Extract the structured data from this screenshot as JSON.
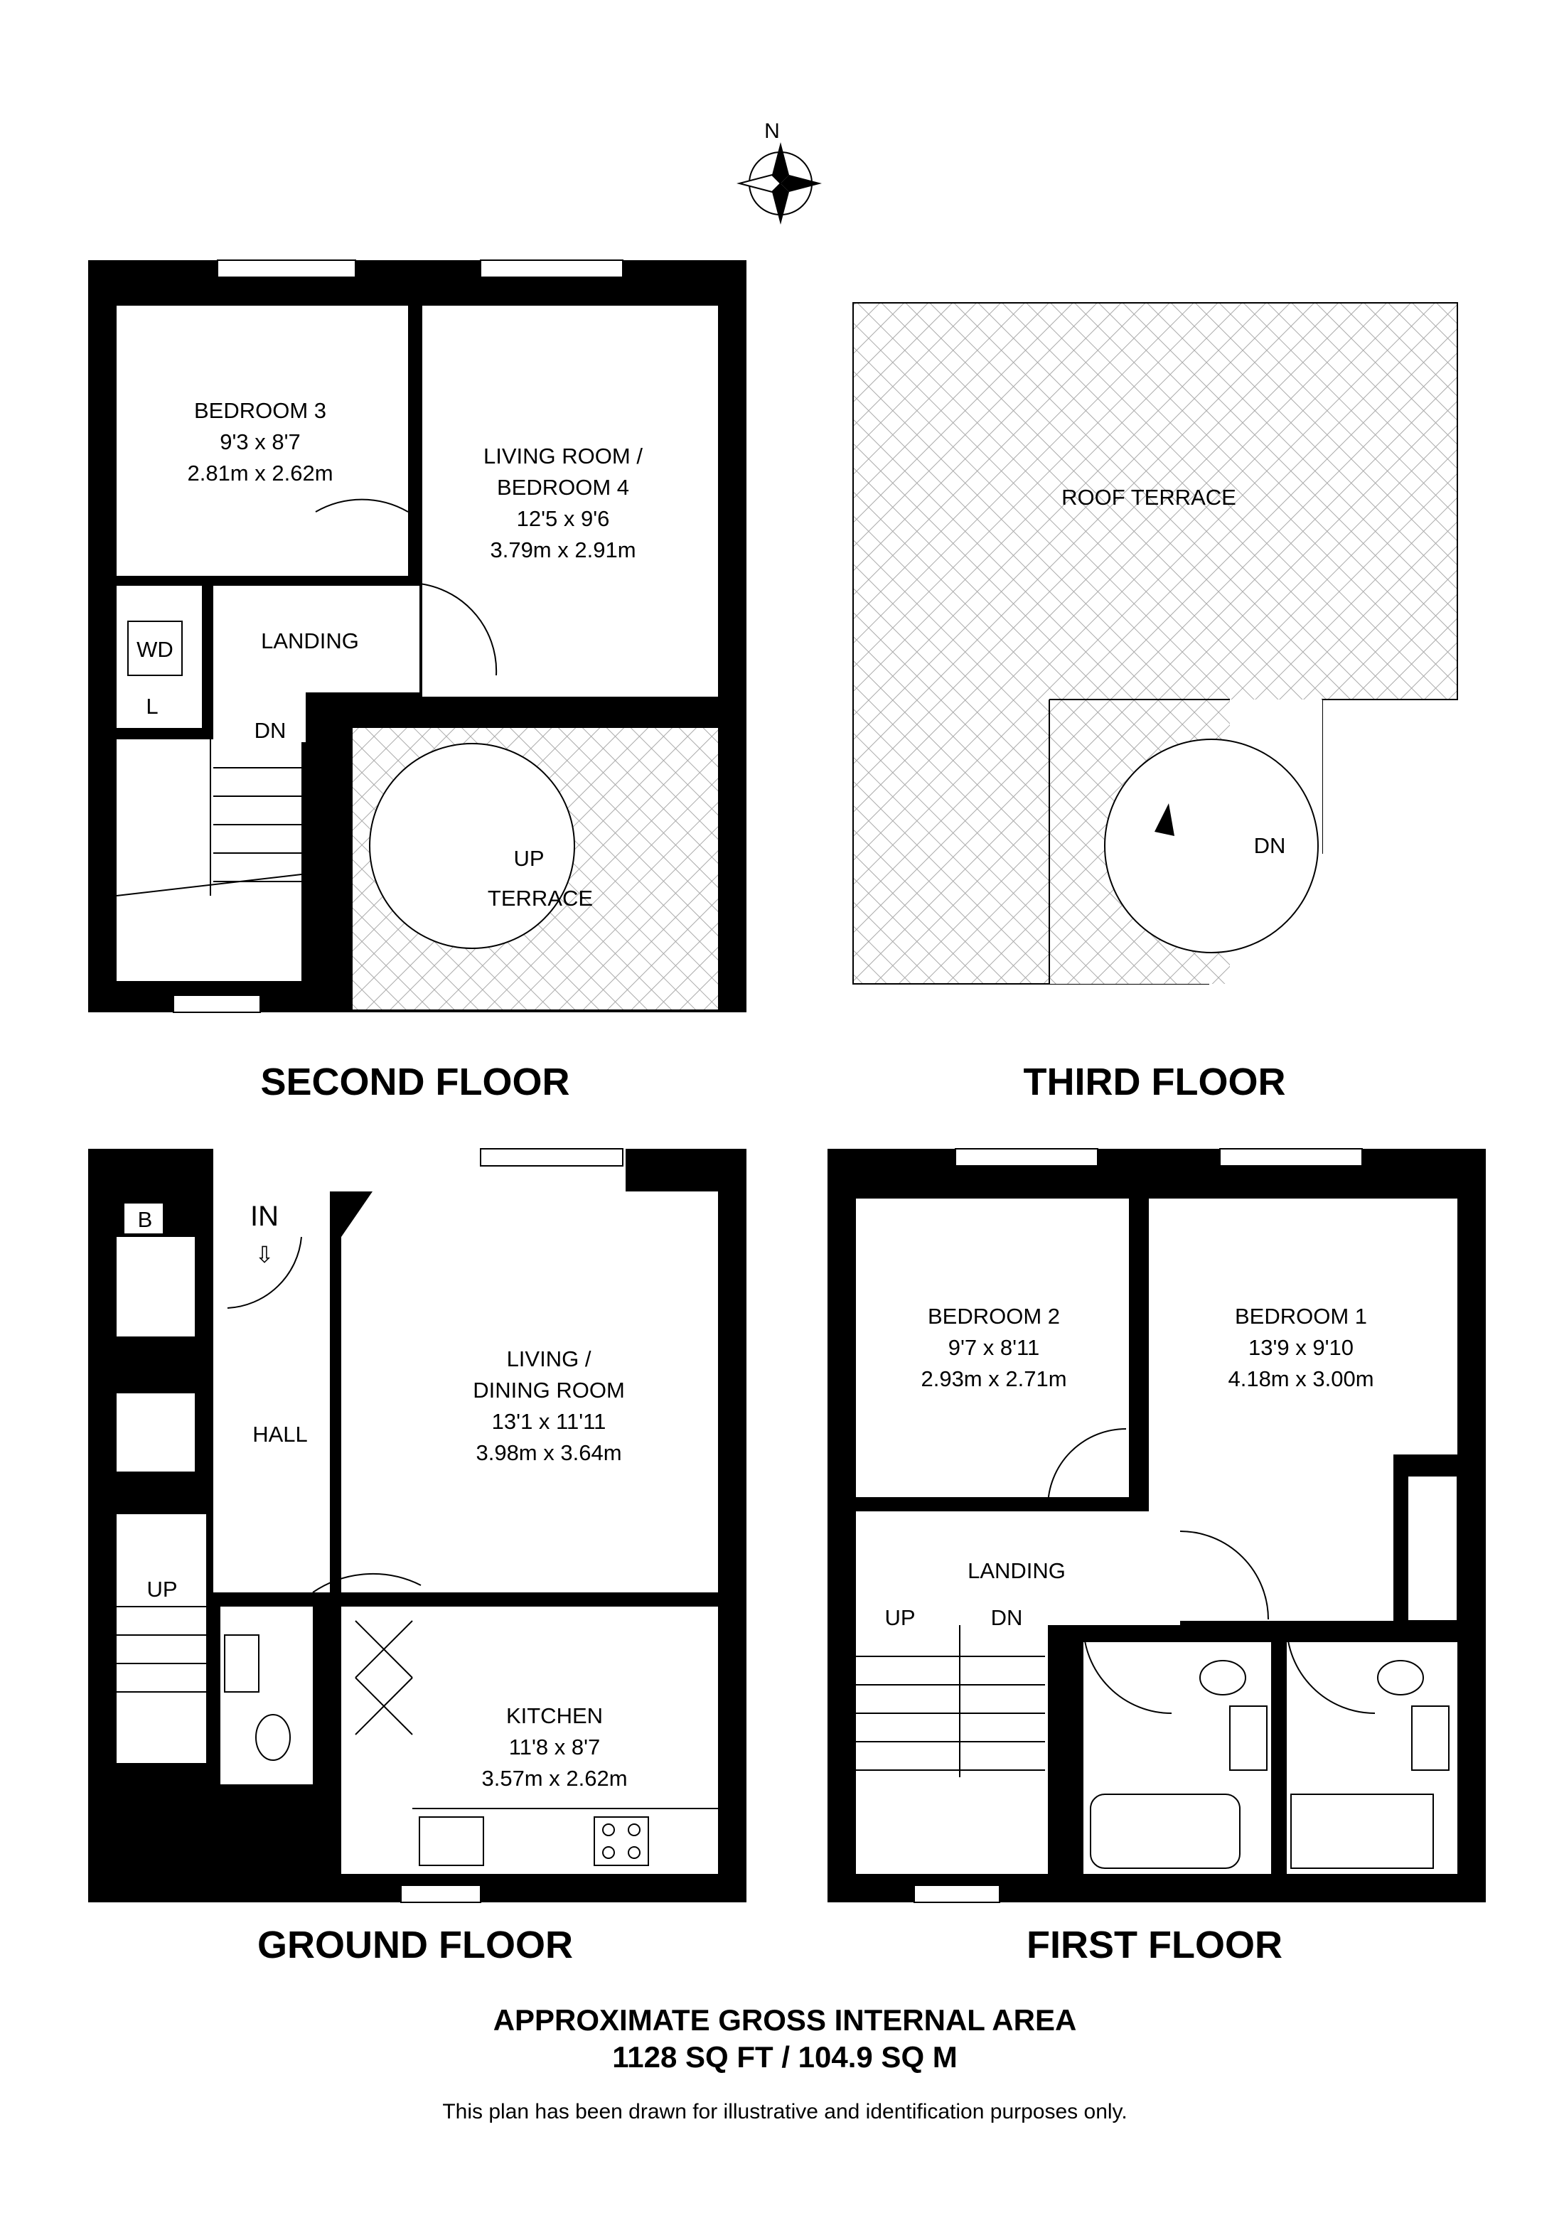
{
  "compass": {
    "label": "N"
  },
  "floors": {
    "second": {
      "title": "SECOND FLOOR",
      "bedroom3": {
        "name": "BEDROOM 3",
        "imperial": "9'3 x 8'7",
        "metric": "2.81m x 2.62m"
      },
      "living": {
        "name1": "LIVING ROOM /",
        "name2": "BEDROOM 4",
        "imperial": "12'5 x 9'6",
        "metric": "3.79m x 2.91m"
      },
      "landing": "LANDING",
      "wd": "WD",
      "l": "L",
      "dn": "DN",
      "up": "UP",
      "terrace": "TERRACE"
    },
    "third": {
      "title": "THIRD FLOOR",
      "roof_terrace": "ROOF TERRACE",
      "dn": "DN"
    },
    "ground": {
      "title": "GROUND FLOOR",
      "b": "B",
      "in": "IN",
      "hall": "HALL",
      "up": "UP",
      "living": {
        "name1": "LIVING /",
        "name2": "DINING ROOM",
        "imperial": "13'1 x 11'11",
        "metric": "3.98m x 3.64m"
      },
      "kitchen": {
        "name": "KITCHEN",
        "imperial": "11'8 x 8'7",
        "metric": "3.57m x 2.62m"
      }
    },
    "first": {
      "title": "FIRST FLOOR",
      "bedroom2": {
        "name": "BEDROOM 2",
        "imperial": "9'7 x 8'11",
        "metric": "2.93m x 2.71m"
      },
      "bedroom1": {
        "name": "BEDROOM 1",
        "imperial": "13'9 x 9'10",
        "metric": "4.18m x 3.00m"
      },
      "landing": "LANDING",
      "up": "UP",
      "dn": "DN"
    }
  },
  "area": {
    "heading": "APPROXIMATE GROSS INTERNAL AREA",
    "value": "1128 SQ FT / 104.9 SQ M"
  },
  "disclaimer": "This plan has been drawn for illustrative and identification purposes only."
}
